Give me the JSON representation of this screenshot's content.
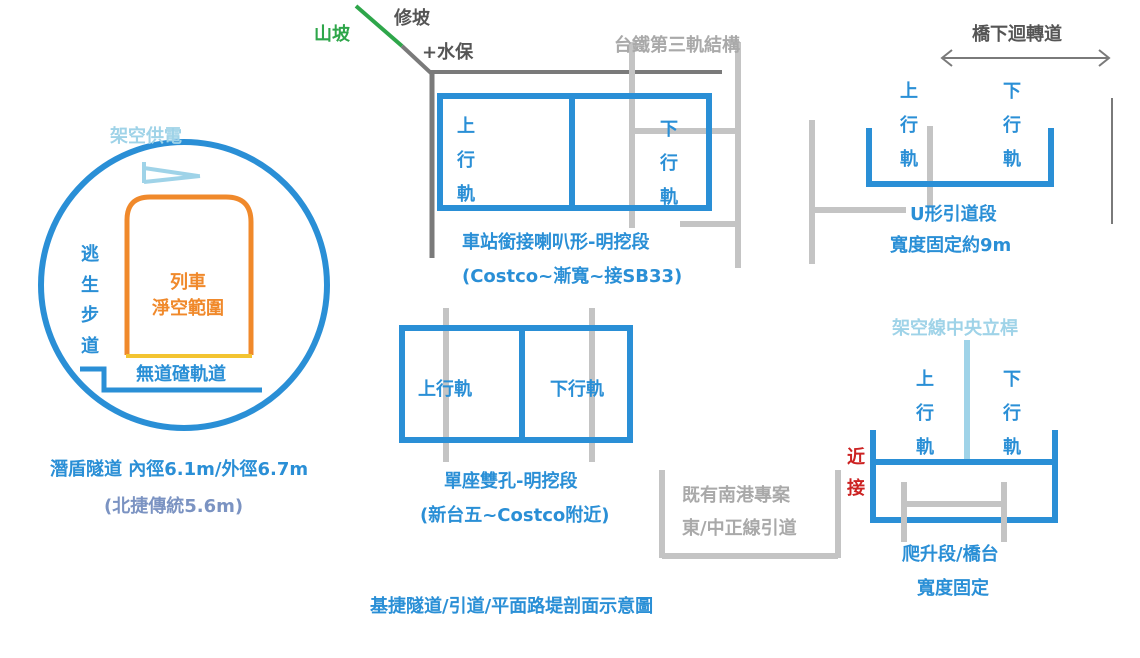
{
  "shield_tunnel": {
    "overhead_power": "架空供電",
    "train_clearance": [
      "列車",
      "淨空範圍"
    ],
    "escape_walkway": [
      "逃",
      "生",
      "步",
      "道"
    ],
    "ballastless_track": "無道碴軌道",
    "caption": "潛盾隧道 內徑6.1m/外徑6.7m",
    "note": "(北捷傳統5.6m)"
  },
  "slope": {
    "hillside": "山坡",
    "repair_slope": "修坡",
    "water_soil": "+水保"
  },
  "station_section": {
    "tra_structure": "台鐵第三軌結構",
    "up_track": [
      "上",
      "行",
      "軌"
    ],
    "down_track": [
      "下",
      "行",
      "軌"
    ],
    "caption": "車站銜接喇叭形-明挖段",
    "range": "(Costco~漸寬~接SB33)"
  },
  "twin_box": {
    "up_track": "上行軌",
    "down_track": "下行軌",
    "caption": "單座雙孔-明挖段",
    "range": "(新台五~Costco附近)"
  },
  "u_section": {
    "turnaround": "橋下迴轉道",
    "up_track": [
      "上",
      "行",
      "軌"
    ],
    "down_track": [
      "下",
      "行",
      "軌"
    ],
    "caption": "U形引道段",
    "width": "寬度固定約9m"
  },
  "existing_line": {
    "line1": "既有南港專案",
    "line2": "東/中正線引道"
  },
  "climb_section": {
    "catenary_mast": "架空線中央立桿",
    "up_track": [
      "上",
      "行",
      "軌"
    ],
    "down_track": [
      "下",
      "行",
      "軌"
    ],
    "approach": [
      "近",
      "接"
    ],
    "caption": "爬升段/橋台",
    "width": "寬度固定"
  },
  "main_title": "基捷隧道/引道/平面路堤剖面示意圖",
  "colors": {
    "blue": "#2a8fd6",
    "light_blue": "#9fd3e8",
    "gray": "#c4c4c4",
    "dark_gray": "#7a7a7a",
    "orange": "#f0892b",
    "yellow": "#f3c431",
    "green": "#2ea64a",
    "red": "#cc2222"
  }
}
